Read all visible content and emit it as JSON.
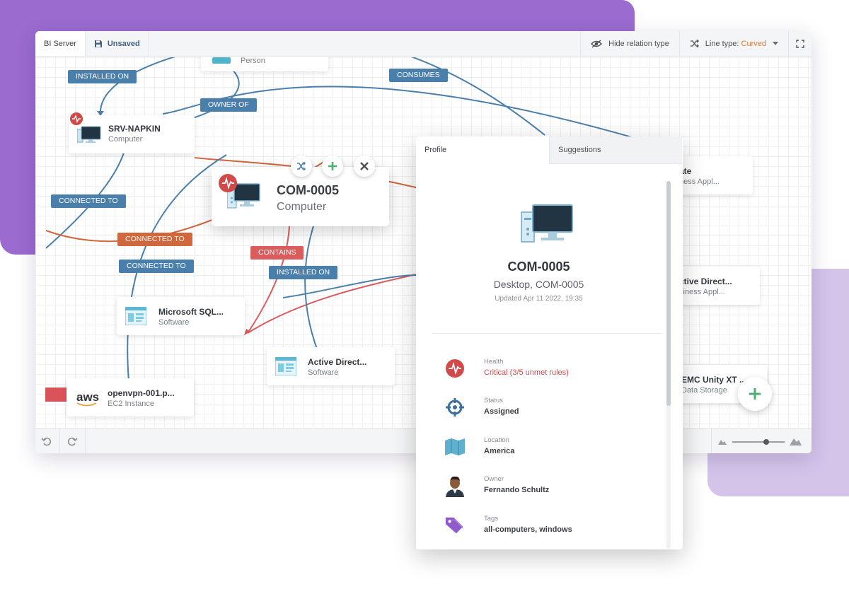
{
  "colors": {
    "backdrop_purple": "#9b6bd0",
    "backdrop_lilac": "#d4c4ea",
    "relation_blue": "#4a7fab",
    "relation_orange": "#d0673d",
    "relation_red": "#db5c5c",
    "critical": "#d14a4a",
    "add_green": "#4caf72",
    "accent_orange": "#e07a3a"
  },
  "tabs": {
    "bi_server": "BI Server",
    "unsaved": "Unsaved"
  },
  "toolbar": {
    "hide_relation_type": "Hide relation type",
    "line_type_label": "Line type:",
    "line_type_value": "Curved"
  },
  "relations": {
    "installed_on_1": "INSTALLED ON",
    "consumes": "CONSUMES",
    "owner_of": "OWNER OF",
    "connected_to_1": "CONNECTED TO",
    "connected_to_2": "CONNECTED TO",
    "connected_to_3": "CONNECTED TO",
    "contains": "CONTAINS",
    "installed_on_2": "INSTALLED ON"
  },
  "nodes": {
    "person": {
      "type": "Person"
    },
    "srv_napkin": {
      "name": "SRV-NAPKIN",
      "type": "Computer"
    },
    "com_0005": {
      "name": "COM-0005",
      "type": "Computer"
    },
    "mssql": {
      "name": "Microsoft SQL...",
      "type": "Software"
    },
    "active_dir_sw": {
      "name": "Active Direct...",
      "type": "Software"
    },
    "openvpn": {
      "name": "openvpn-001.p...",
      "type": "EC2 Instance",
      "logo": "aws"
    },
    "right1": {
      "name": "ate",
      "type": "ness Appl..."
    },
    "right2": {
      "name": "ctive Direct...",
      "type": "siness Appl..."
    },
    "right3": {
      "name": "EMC Unity XT ...",
      "type": "Data Storage"
    }
  },
  "panel": {
    "tab_profile": "Profile",
    "tab_suggestions": "Suggestions",
    "title": "COM-0005",
    "subtitle": "Desktop, COM-0005",
    "updated": "Updated Apr 11 2022, 19:35",
    "properties": [
      {
        "label": "Health",
        "value": "Critical (3/5 unmet rules)",
        "icon": "pulse-icon"
      },
      {
        "label": "Status",
        "value": "Assigned",
        "icon": "crosshair-icon"
      },
      {
        "label": "Location",
        "value": "America",
        "icon": "map-icon"
      },
      {
        "label": "Owner",
        "value": "Fernando Schultz",
        "icon": "person-avatar-icon"
      },
      {
        "label": "Tags",
        "value": "all-computers, windows",
        "icon": "tag-icon"
      }
    ]
  }
}
